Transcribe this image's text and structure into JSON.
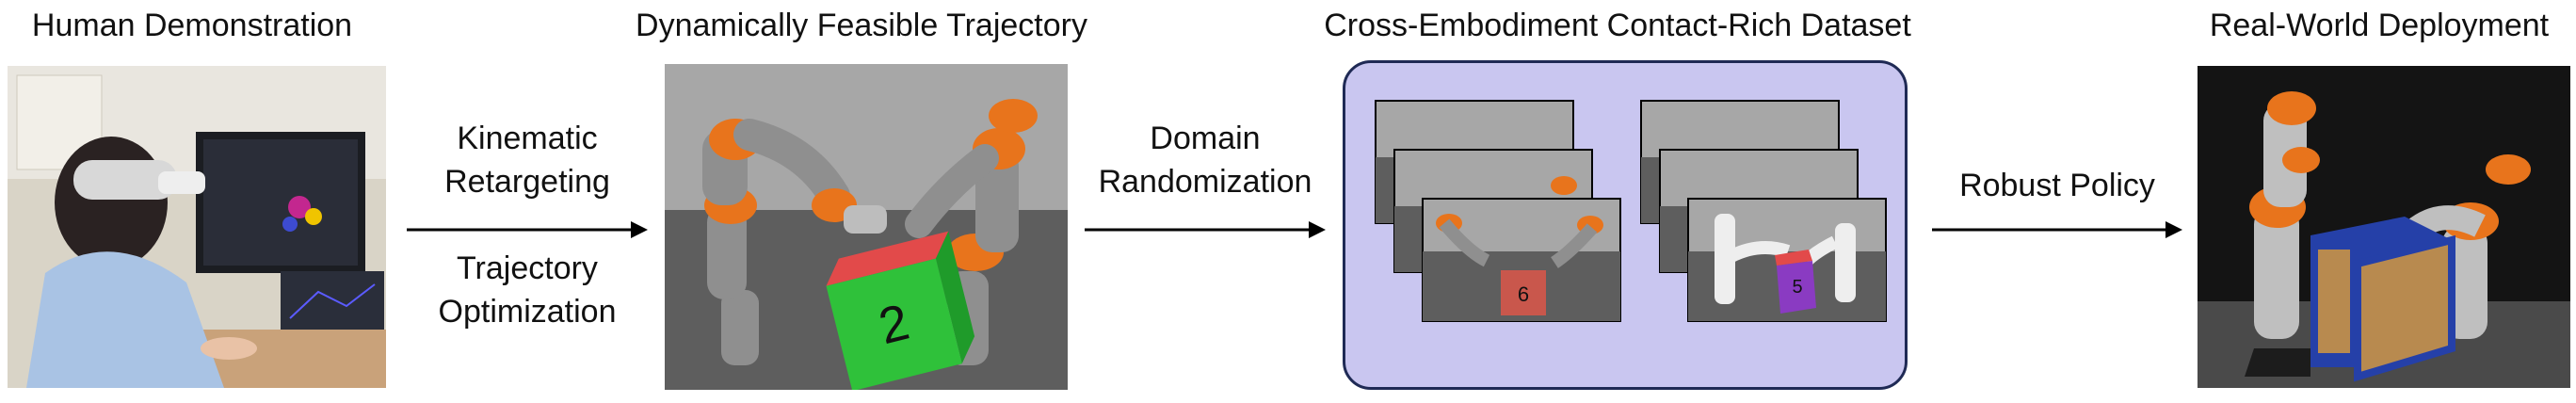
{
  "titles": {
    "human": "Human Demonstration",
    "trajectory": "Dynamically Feasible Trajectory",
    "dataset": "Cross-Embodiment Contact-Rich Dataset",
    "deployment": "Real-World Deployment"
  },
  "steps": {
    "kinematic": "Kinematic",
    "retargeting": "Retargeting",
    "trajectory": "Trajectory",
    "optimization": "Optimization",
    "domain": "Domain",
    "randomization": "Randomization",
    "robust_policy": "Robust Policy"
  },
  "cube_labels": {
    "main": "2",
    "dataset_front": "6",
    "dataset_purple": "5"
  },
  "colors": {
    "robot_orange": "#e8741c",
    "robot_gray": "#8f8f8f",
    "cube_green": "#2fc13a",
    "cube_red": "#e24a4a",
    "dataset_bg": "#c9c6f0",
    "dataset_border": "#1f2a55",
    "sim_floor": "#6e6e6e",
    "sim_wall": "#a7a7a7"
  }
}
